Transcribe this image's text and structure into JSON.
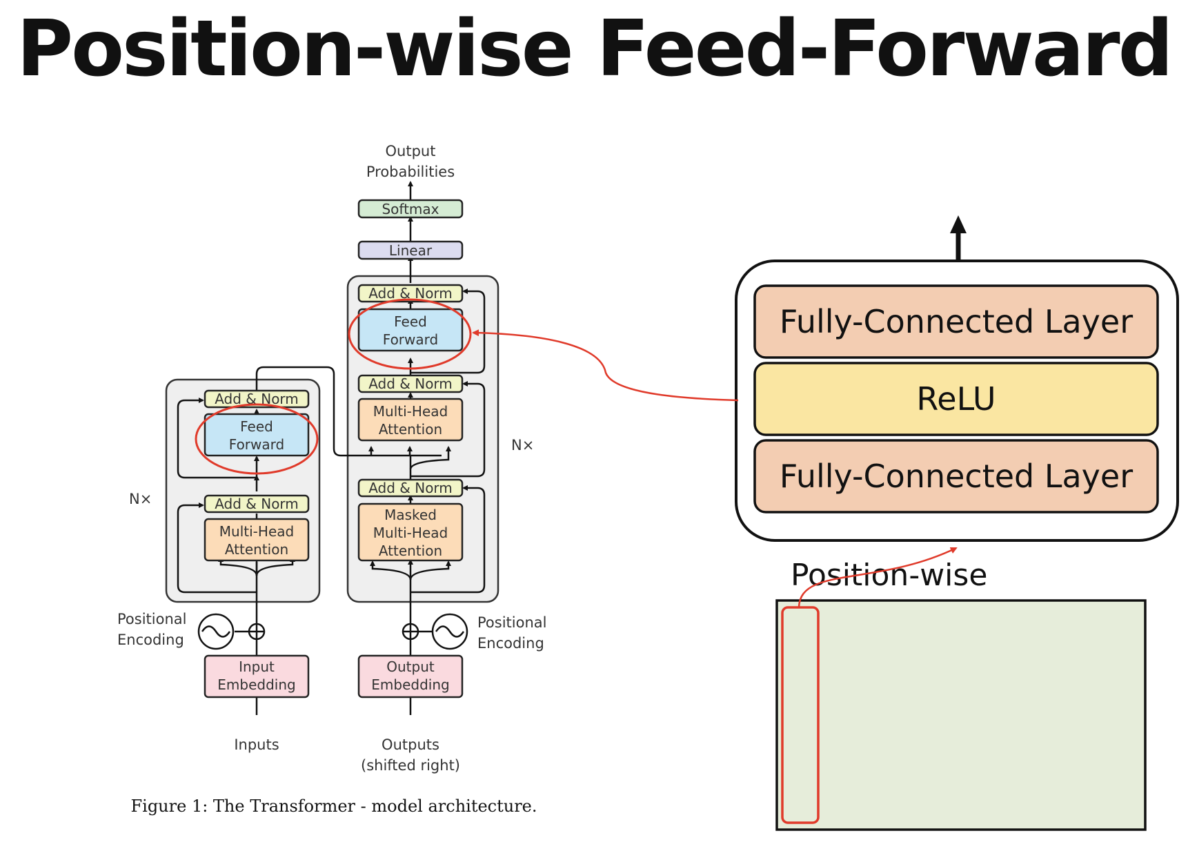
{
  "title": "Position-wise Feed-Forward",
  "transformer": {
    "output_probabilities": [
      "Output",
      "Probabilities"
    ],
    "softmax": "Softmax",
    "linear": "Linear",
    "add_norm": "Add & Norm",
    "feed_forward": [
      "Feed",
      "Forward"
    ],
    "multi_head_attention": [
      "Multi-Head",
      "Attention"
    ],
    "masked_multi_head_attention": [
      "Masked",
      "Multi-Head",
      "Attention"
    ],
    "input_embedding": [
      "Input",
      "Embedding"
    ],
    "output_embedding": [
      "Output",
      "Embedding"
    ],
    "positional_encoding": [
      "Positional",
      "Encoding"
    ],
    "nx": "N×",
    "inputs": "Inputs",
    "outputs": [
      "Outputs",
      "(shifted right)"
    ],
    "caption": "Figure 1: The Transformer - model architecture."
  },
  "ffn": {
    "layers": [
      "Fully-Connected Layer",
      "ReLU",
      "Fully-Connected Layer"
    ],
    "position_wise": "Position-wise"
  },
  "colors": {
    "softmax": "#d5ecd4",
    "linear": "#dcdcf0",
    "add_norm": "#f2f5c8",
    "feed_forward": "#c6e6f6",
    "attention": "#fcdcb8",
    "embedding": "#fadadf",
    "fc_layer": "#f3cdb2",
    "relu": "#fae6a2",
    "sequence": "#e6edda",
    "highlight": "#e03a2a"
  }
}
